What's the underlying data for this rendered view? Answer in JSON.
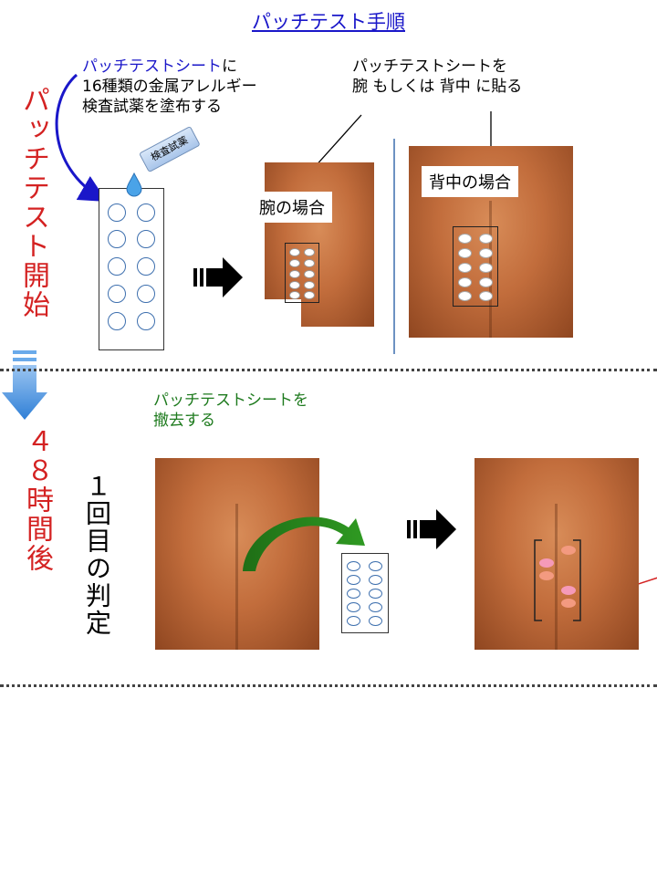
{
  "title": "パッチテスト手順",
  "start_label": "パッチテスト開始",
  "after48_label": "４８時間後",
  "first_judgment_label": "１回目の判定",
  "apply_note": {
    "highlight": "パッチテストシート",
    "rest": "に",
    "line2": "16種類の金属アレルギー",
    "line3": "検査試薬を塗布する"
  },
  "reagent_label": "検査試薬",
  "stick_note": {
    "line1": "パッチテストシートを",
    "line2": "腕 もしくは 背中 に貼る"
  },
  "arm_case_label": "腕の場合",
  "back_case_label": "背中の場合",
  "remove_note": {
    "line1": "パッチテストシートを",
    "line2": "撤去する"
  },
  "colors": {
    "title_blue": "#1a17c9",
    "accent_red": "#d42222",
    "note_green": "#1d7a1d",
    "flow_arrow_blue": "#3e8fe0",
    "reaction_pink": "#f59ab8",
    "reaction_peach": "#f39a80"
  }
}
